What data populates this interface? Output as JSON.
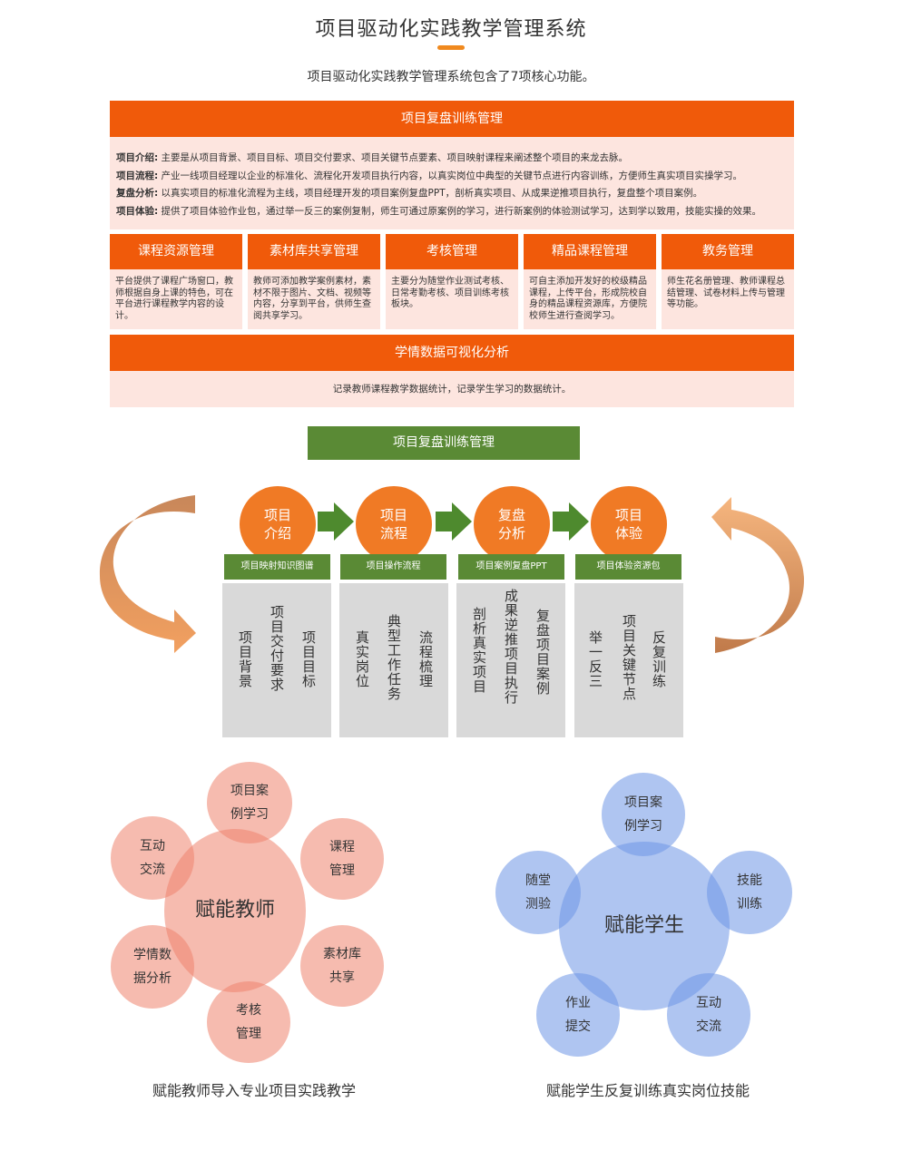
{
  "title": "项目驱动化实践教学管理系统",
  "subtitle": "项目驱动化实践教学管理系统包含了7项核心功能。",
  "top_module": {
    "title": "项目复盘训练管理",
    "rows": [
      {
        "label": "项目介绍:",
        "text": "主要是从项目背景、项目目标、项目交付要求、项目关键节点要素、项目映射课程来阐述整个项目的来龙去脉。"
      },
      {
        "label": "项目流程:",
        "text": "产业一线项目经理以企业的标准化、流程化开发项目执行内容，以真实岗位中典型的关键节点进行内容训练，方便师生真实项目实操学习。"
      },
      {
        "label": "复盘分析:",
        "text": "以真实项目的标准化流程为主线，项目经理开发的项目案例复盘PPT，剖析真实项目、从成果逆推项目执行，复盘整个项目案例。"
      },
      {
        "label": "项目体验:",
        "text": "提供了项目体验作业包，通过举一反三的案例复制，师生可通过原案例的学习，进行新案例的体验测试学习，达到学以致用，技能实操的效果。"
      }
    ]
  },
  "modules": [
    {
      "title": "课程资源管理",
      "text": "平台提供了课程广场窗口，教师根据自身上课的特色，可在平台进行课程教学内容的设计。"
    },
    {
      "title": "素材库共享管理",
      "text": "教师可添加教学案例素材，素材不限于图片、文档、视频等内容，分享到平台，供师生查阅共享学习。"
    },
    {
      "title": "考核管理",
      "text": "主要分为随堂作业测试考核、日常考勤考核、项目训练考核板块。"
    },
    {
      "title": "精品课程管理",
      "text": "可自主添加开发好的校级精品课程，上传平台，形成院校自身的精品课程资源库，方便院校师生进行查阅学习。"
    },
    {
      "title": "教务管理",
      "text": "师生花名册管理、教师课程总结管理、试卷材料上传与管理等功能。"
    }
  ],
  "bottom_module": {
    "title": "学情数据可视化分析",
    "text": "记录教师课程教学数据统计，记录学生学习的数据统计。"
  },
  "flow": {
    "title": "项目复盘训练管理",
    "steps": [
      {
        "line1": "项目",
        "line2": "介绍",
        "label": "项目映射知识图谱",
        "cols": [
          "项目目标",
          "项目交付要求",
          "项目背景"
        ]
      },
      {
        "line1": "项目",
        "line2": "流程",
        "label": "项目操作流程",
        "cols": [
          "流程梳理",
          "典型工作任务",
          "真实岗位"
        ]
      },
      {
        "line1": "复盘",
        "line2": "分析",
        "label": "项目案例复盘PPT",
        "cols": [
          "复盘项目案例",
          "成果逆推项目执行",
          "剖析真实项目"
        ]
      },
      {
        "line1": "项目",
        "line2": "体验",
        "label": "项目体验资源包",
        "cols": [
          "反复训练",
          "项目关键节点",
          "举一反三"
        ]
      }
    ],
    "colors": {
      "circle": "#f07a25",
      "arrow": "#4e8a2e",
      "label": "#5a8a35",
      "grey": "#d9d9d9"
    }
  },
  "teacher": {
    "center": "赋能教师",
    "bubbles": [
      {
        "l1": "项目案",
        "l2": "例学习"
      },
      {
        "l1": "课程",
        "l2": "管理"
      },
      {
        "l1": "素材库",
        "l2": "共享"
      },
      {
        "l1": "考核",
        "l2": "管理"
      },
      {
        "l1": "学情数",
        "l2": "据分析"
      },
      {
        "l1": "互动",
        "l2": "交流"
      }
    ],
    "caption": "赋能教师导入专业项目实践教学"
  },
  "student": {
    "center": "赋能学生",
    "bubbles": [
      {
        "l1": "项目案",
        "l2": "例学习"
      },
      {
        "l1": "技能",
        "l2": "训练"
      },
      {
        "l1": "互动",
        "l2": "交流"
      },
      {
        "l1": "作业",
        "l2": "提交"
      },
      {
        "l1": "随堂",
        "l2": "测验"
      }
    ],
    "caption": "赋能学生反复训练真实岗位技能"
  },
  "colors": {
    "accent": "#f05a0a",
    "pink": "#fde5df",
    "green": "#5a8a35"
  }
}
